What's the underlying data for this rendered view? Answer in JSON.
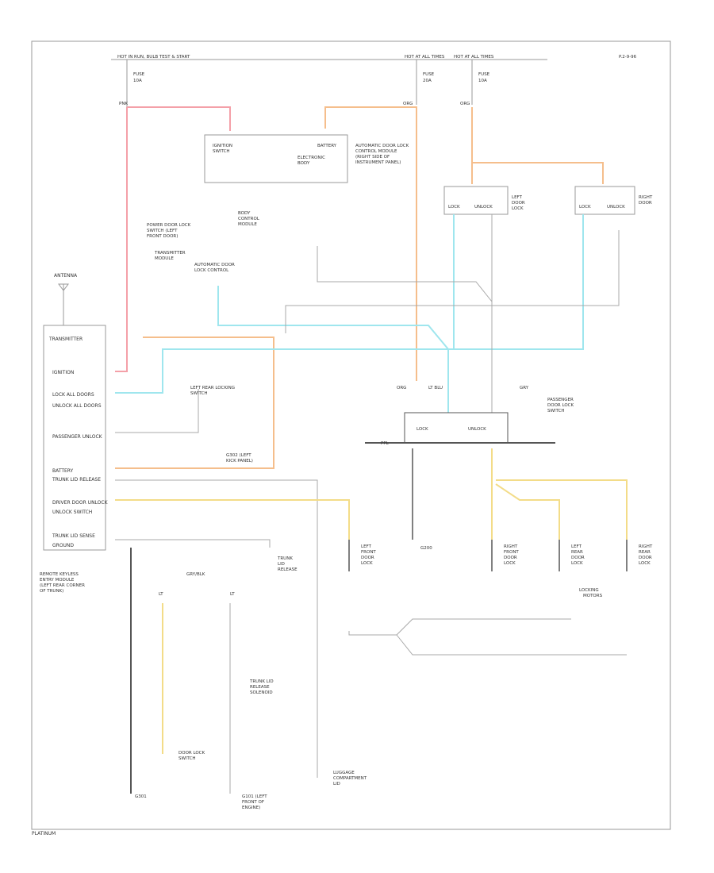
{
  "diagram": {
    "transmitter_title": "TRANSMITTER",
    "pins": [
      "IGNITION",
      "LOCK ALL DOORS",
      "UNLOCK ALL DOORS",
      "PASSENGER UNLOCK",
      "BATTERY",
      "TRUNK LID RELEASE",
      "DRIVER DOOR UNLOCK",
      "UNLOCK SWITCH",
      "TRUNK LID SENSE",
      "GROUND"
    ],
    "antenna_label": "ANTENNA",
    "corner_code": "P.2-9-96",
    "footer_code": "PLATINUM",
    "wire_colors": {
      "pink": "#f4a0a8",
      "orange": "#f5be8c",
      "cyan": "#9fe6ee",
      "yellow": "#f3dc88",
      "gray": "#a8a8a8",
      "black": "#555555"
    }
  }
}
